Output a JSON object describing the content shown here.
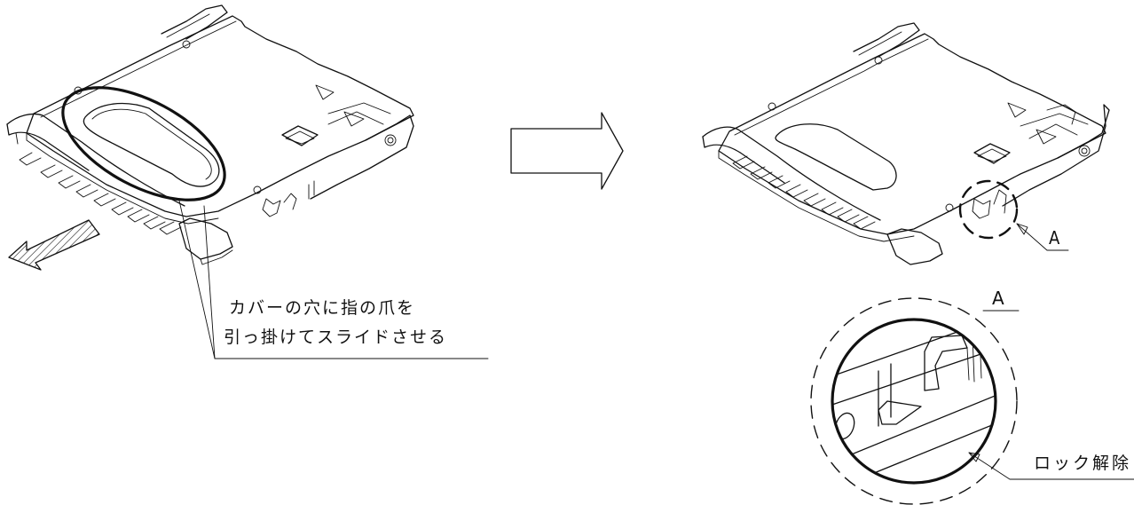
{
  "annotations": {
    "note_line1": "カバーの穴に指の爪を",
    "note_line2": "引っ掛けてスライドさせる",
    "callout_a": "A",
    "detail_label": "A",
    "release_label": "ロック解除"
  },
  "colors": {
    "ink": "#111111",
    "background": "#ffffff"
  },
  "icons": [
    "hatched-slide-arrow-icon",
    "transition-arrow-icon",
    "leader-arrow-icon"
  ]
}
